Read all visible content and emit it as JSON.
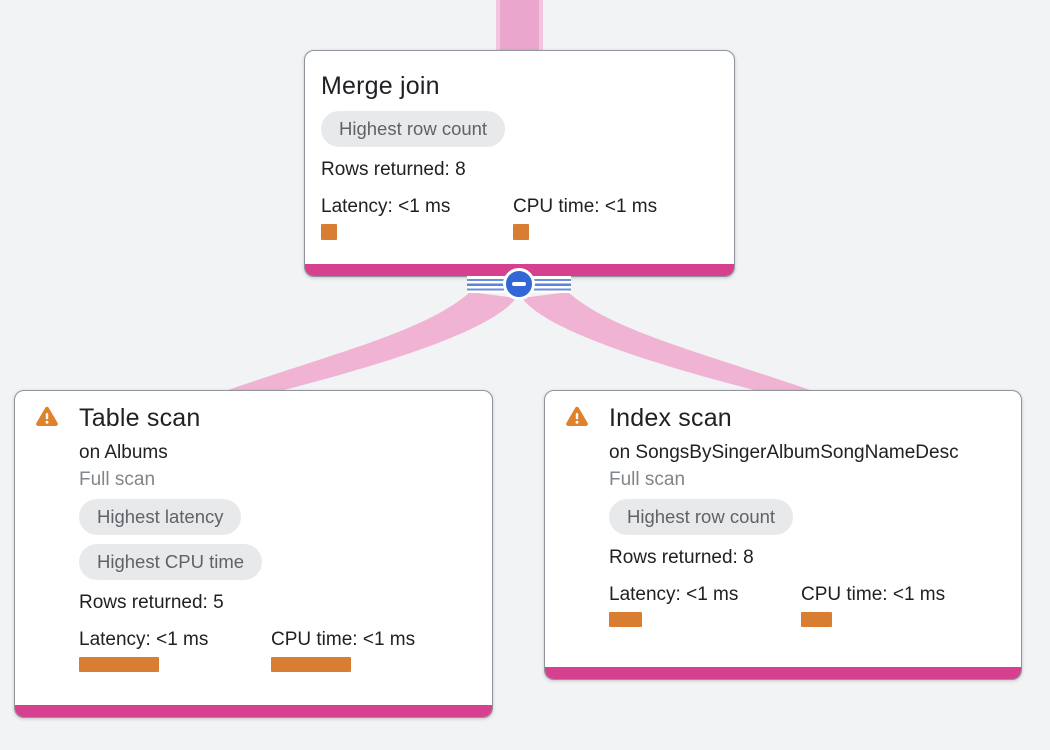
{
  "app": {
    "view": "query-plan-visualization"
  },
  "colors": {
    "background": "#F1F3F4",
    "card_accent_magenta": "#D5418E",
    "edge_pink": "#F0B3D4",
    "edge_band_core": "#EAA6CC",
    "edge_band_edge": "#F2C4DE",
    "metric_bar_orange": "#D97D32",
    "warning_orange": "#E0822C",
    "collapse_blue": "#3367D6",
    "badge_bg": "#E7E9EB",
    "badge_text": "#5F6368",
    "muted_text": "#80868B"
  },
  "collapse_control": {
    "icon": "minus-icon",
    "action": "collapse-children"
  },
  "nodes": {
    "merge_join": {
      "title": "Merge join",
      "badges": [
        "Highest row count"
      ],
      "rows_returned": "Rows returned: 8",
      "latency_label": "Latency: <1 ms",
      "cpu_label": "CPU time: <1 ms"
    },
    "table_scan": {
      "title": "Table scan",
      "target": "on Albums",
      "scan_type": "Full scan",
      "badges": [
        "Highest latency",
        "Highest CPU time"
      ],
      "rows_returned": "Rows returned: 5",
      "latency_label": "Latency: <1 ms",
      "cpu_label": "CPU time: <1 ms",
      "warning_icon": "warning-icon"
    },
    "index_scan": {
      "title": "Index scan",
      "target": "on SongsBySingerAlbumSongNameDesc",
      "scan_type": "Full scan",
      "badges": [
        "Highest row count"
      ],
      "rows_returned": "Rows returned: 8",
      "latency_label": "Latency: <1 ms",
      "cpu_label": "CPU time: <1 ms",
      "warning_icon": "warning-icon"
    }
  }
}
